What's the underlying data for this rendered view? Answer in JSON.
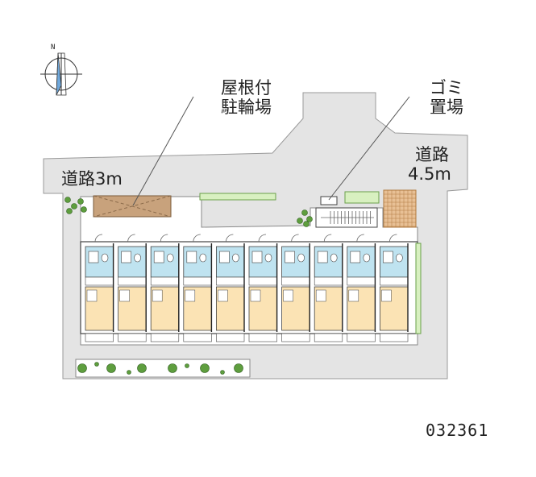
{
  "compass": {
    "north_label": "N"
  },
  "labels": {
    "covered_bike_parking": [
      "屋根付",
      "駐輪場"
    ],
    "garbage_area": [
      "ゴミ",
      "置場"
    ],
    "road_left": "道路3m",
    "road_right": [
      "道路",
      "4.5m"
    ]
  },
  "property_code": "032361",
  "building": {
    "unit_count": 10
  },
  "colors": {
    "road": "#e4e4e4",
    "bike_parking": "#c8a27c",
    "floor": "#fbe3b4",
    "wet_area": "#bfe3f0",
    "greenery": "#5e9e3e",
    "grass": "#d8f0c0",
    "tile": "#d9a76b",
    "outline": "#444444"
  }
}
